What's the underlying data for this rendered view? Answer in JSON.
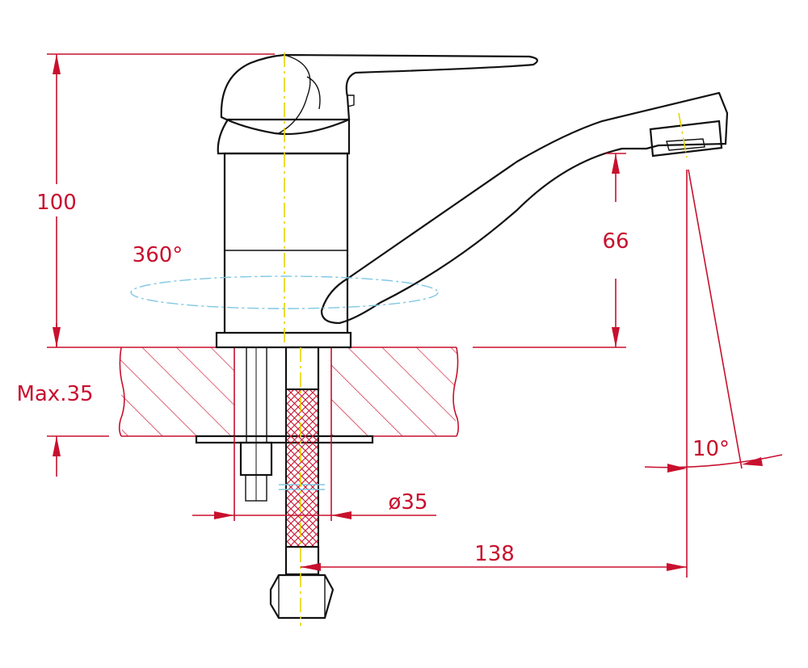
{
  "diagram": {
    "dimensions": {
      "height_total": "100",
      "spout_height": "66",
      "rotation": "360°",
      "max_thickness": "Max.35",
      "hole_diameter": "ø35",
      "spout_reach": "138",
      "angle": "10°"
    },
    "colors": {
      "dimension": "#c8102e",
      "outline": "#111111",
      "centerline": "#e8d400",
      "rotation_ring": "#7ec8e3"
    }
  }
}
